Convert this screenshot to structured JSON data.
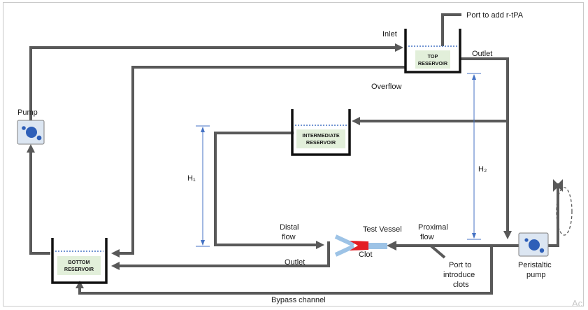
{
  "labels": {
    "port_rtpa": "Port to add r-tPA",
    "inlet": "Inlet",
    "outlet_top": "Outlet",
    "overflow": "Overflow",
    "pump": "Pump",
    "h1": "H₁",
    "h2": "H₂",
    "distal_flow": [
      "Distal",
      "flow"
    ],
    "test_vessel": "Test Vessel",
    "proximal_flow": [
      "Proximal",
      "flow"
    ],
    "clot": "Clot",
    "outlet_bottom": "Outlet",
    "port_clots": [
      "Port to",
      "introduce",
      "clots"
    ],
    "peristaltic_pump": [
      "Peristaltic",
      "pump"
    ],
    "bypass_channel": "Bypass channel"
  },
  "reservoirs": {
    "top": [
      "TOP",
      "RESERVOIR"
    ],
    "intermediate": [
      "INTERMEDIATE",
      "RESERVOIR"
    ],
    "bottom": [
      "BOTTOM",
      "RESERVOIR"
    ]
  },
  "watermark": "Ac",
  "colors": {
    "pipe": "#595959",
    "water_line": "#4472c4",
    "reservoir_label_bg": "#e2efda",
    "clot": "#e31e24",
    "vessel": "#9dc3e6",
    "pump_body": "#dce6f2",
    "pump_rotor": "#2e5fb8"
  }
}
